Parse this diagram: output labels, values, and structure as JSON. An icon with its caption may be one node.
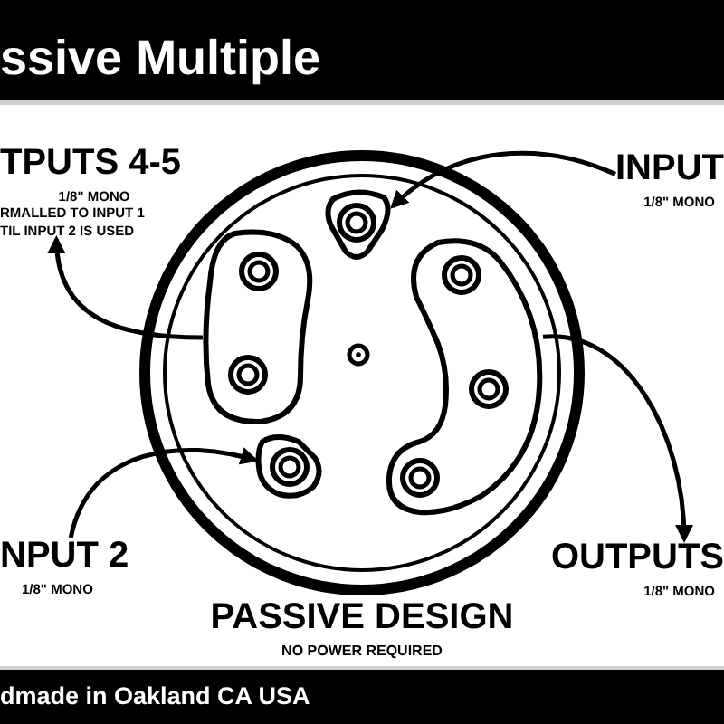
{
  "diagram": {
    "title": "ssive Multiple",
    "nodes": [
      {
        "text": [
          "TPUTS 4-5",
          "1/8\" MONO",
          "RMALLED TO INPUT 1 TIL INPUT 2 IS USED"
        ]
      },
      {
        "text": [
          "INPUT",
          "1/8\" MONO"
        ]
      },
      {
        "text": [],
        "shape": "circle"
      },
      {
        "text": [],
        "shape": "box"
      },
      {
        "text": [],
        "shape": "box"
      },
      {
        "text": [],
        "shape": "circle"
      },
      {
        "text": [
          "NPUT 2",
          "1/8\" MONO"
        ]
      },
      {
        "text": [
          "OUTPUTS",
          "1/8\" MONO"
        ]
      }
    ],
    "edges": [
      {
        "from": 3,
        "to": 0,
        "arrow": "to"
      },
      {
        "from": 1,
        "to": 2,
        "arrow": "to"
      },
      {
        "from": 6,
        "to": 5,
        "arrow": "to"
      },
      {
        "from": 4,
        "to": 7,
        "arrow": "to"
      }
    ],
    "labels": [
      "PASSIVE DESIGN",
      "NO POWER REQUIRED",
      "dmade in Oakland CA USA"
    ]
  }
}
